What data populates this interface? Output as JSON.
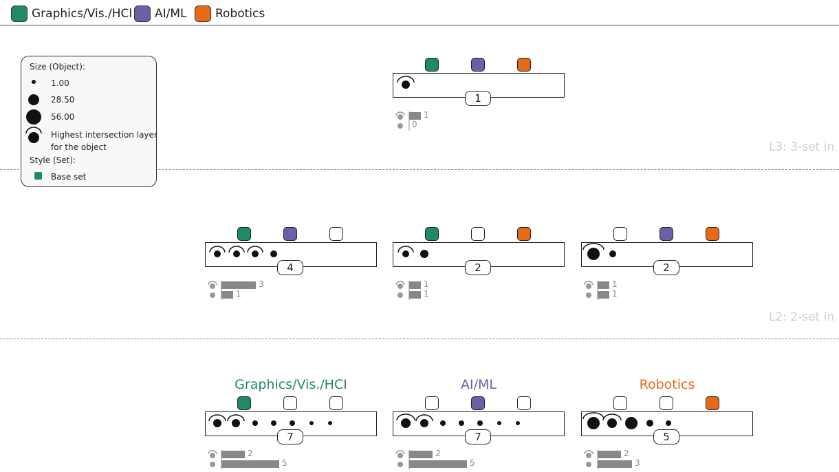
{
  "sets": [
    {
      "name": "Graphics/Vis./HCI",
      "color": "#1f8a6a"
    },
    {
      "name": "AI/ML",
      "color": "#6b5fa8"
    },
    {
      "name": "Robotics",
      "color": "#e86a17"
    }
  ],
  "size_legend": {
    "title": "Size (Object):",
    "sizes": [
      "1.00",
      "28.50",
      "56.00"
    ],
    "highest_layer_label_line1": "Highest intersection layer",
    "highest_layer_label_line2": "for the object",
    "style_title": "Style (Set):",
    "base_set_label": "Base set"
  },
  "layers": [
    {
      "label": "L3: 3-set in"
    },
    {
      "label": "L2: 2-set in"
    }
  ],
  "blocks": [
    {
      "title": "",
      "sets_filled": [
        true,
        true,
        true
      ],
      "count": "1",
      "stat_top": "1",
      "stat_bottom": "0"
    },
    {
      "title": "",
      "sets_filled": [
        true,
        true,
        false
      ],
      "count": "4",
      "stat_top": "3",
      "stat_bottom": "1"
    },
    {
      "title": "",
      "sets_filled": [
        true,
        false,
        true
      ],
      "count": "2",
      "stat_top": "1",
      "stat_bottom": "1"
    },
    {
      "title": "",
      "sets_filled": [
        false,
        true,
        true
      ],
      "count": "2",
      "stat_top": "1",
      "stat_bottom": "1"
    },
    {
      "title": "Graphics/Vis./HCI",
      "sets_filled": [
        true,
        false,
        false
      ],
      "count": "7",
      "stat_top": "2",
      "stat_bottom": "5"
    },
    {
      "title": "AI/ML",
      "sets_filled": [
        false,
        true,
        false
      ],
      "count": "7",
      "stat_top": "2",
      "stat_bottom": "5"
    },
    {
      "title": "Robotics",
      "sets_filled": [
        false,
        false,
        true
      ],
      "count": "5",
      "stat_top": "2",
      "stat_bottom": "3"
    }
  ]
}
